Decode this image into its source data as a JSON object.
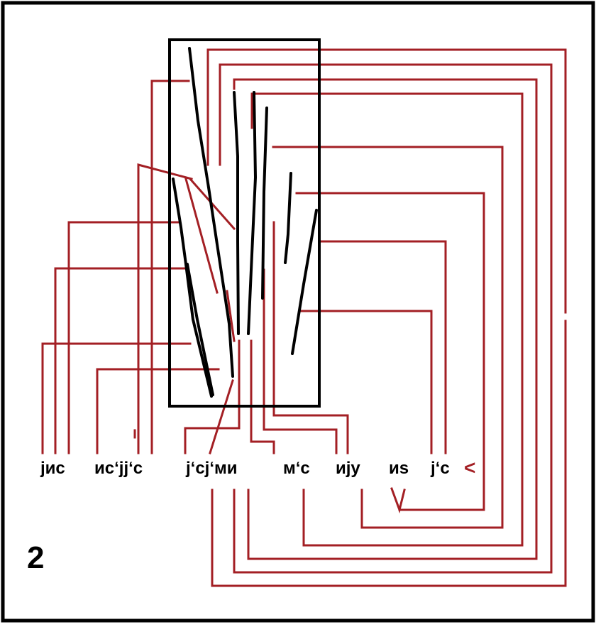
{
  "figure_number": "2",
  "colors": {
    "connector": "#a31f24",
    "stroke": "#000000",
    "frame": "#000000"
  },
  "labels": {
    "jis": "јис",
    "isjjs": "ис‘јј‘с",
    "jsjmi": "ј‘сј‘ми",
    "ms": "м‘с",
    "iju": "ију",
    "is": "иѕ",
    "js": "ј‘с",
    "arrow": "<"
  }
}
